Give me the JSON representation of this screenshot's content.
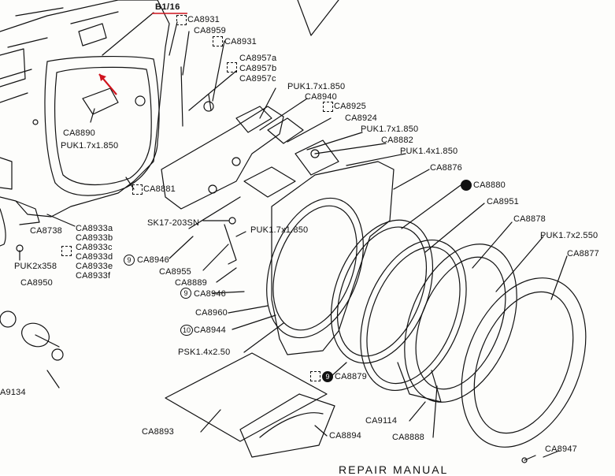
{
  "sheet": {
    "ref": "B1/16",
    "footer": "REPAIR MANUAL"
  },
  "callouts": {
    "ca8931_top": "CA8931",
    "ca8959": "CA8959",
    "ca8931_mid": "CA8931",
    "ca8957a": "CA8957a",
    "ca8957b": "CA8957b",
    "ca8957c": "CA8957c",
    "puk17x1850_a": "PUK1.7x1.850",
    "ca8940": "CA8940",
    "ca8925": "CA8925",
    "ca8924": "CA8924",
    "puk17x1850_b": "PUK1.7x1.850",
    "ca8882": "CA8882",
    "puk14x1850": "PUK1.4x1.850",
    "ca8876": "CA8876",
    "ca8880": "CA8880",
    "ca8951": "CA8951",
    "ca8878": "CA8878",
    "puk17x2550": "PUK1.7x2.550",
    "ca8877": "CA8877",
    "ca8890": "CA8890",
    "puk17x1850_c": "PUK1.7x1.850",
    "ca8881": "CA8881",
    "ca8738": "CA8738",
    "ca8933a": "CA8933a",
    "ca8933b": "CA8933b",
    "ca8933c": "CA8933c",
    "ca8933d": "CA8933d",
    "ca8933e": "CA8933e",
    "ca8933f": "CA8933f",
    "sk17203sn": "SK17-203SN",
    "puk17x1850_d": "PUK1.7x1.850",
    "puk2x358": "PUK2x358",
    "ca8950": "CA8950",
    "ca8946_a": "CA8946",
    "ca8955": "CA8955",
    "ca8889": "CA8889",
    "ca8946_b": "CA8946",
    "ca8960": "CA8960",
    "ca8944": "CA8944",
    "psk14x250": "PSK1.4x2.50",
    "ca8879": "CA8879",
    "ca9134": "A9134",
    "ca9114": "CA9114",
    "ca8888": "CA8888",
    "ca8893": "CA8893",
    "ca8894": "CA8894",
    "ca8947": "CA8947"
  },
  "marks": {
    "nine": "9",
    "ten": "10"
  },
  "colors": {
    "ink": "#111111",
    "paper": "#fdfdfb",
    "pointer": "#d0141e"
  }
}
